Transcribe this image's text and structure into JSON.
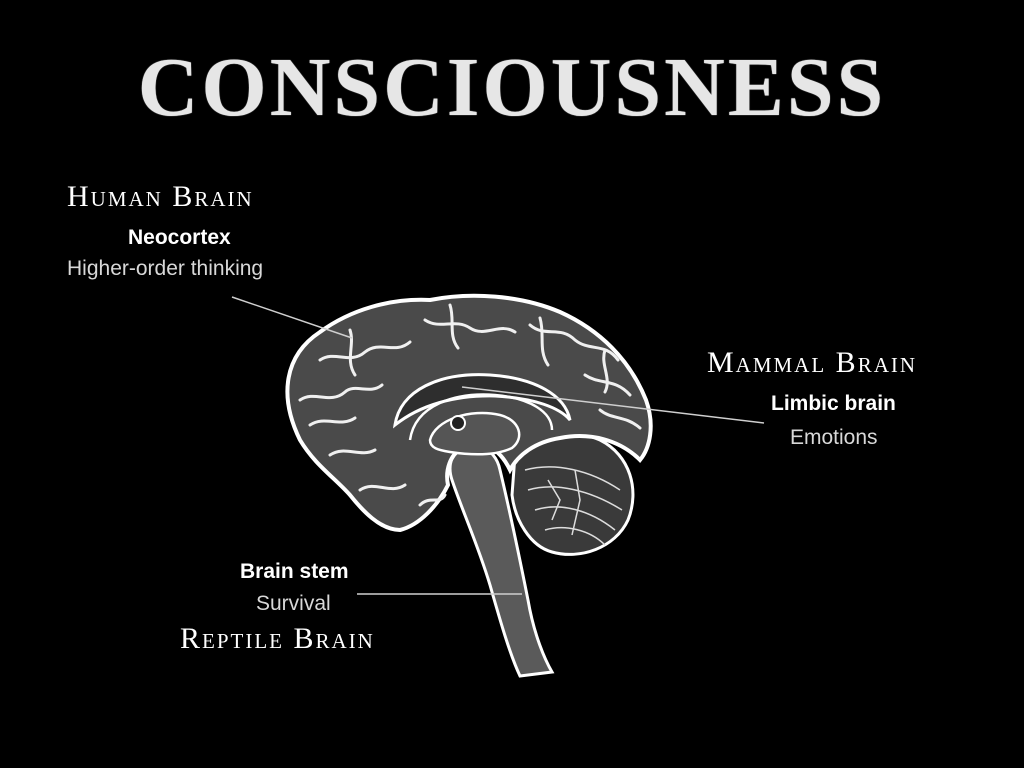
{
  "slide": {
    "title": "CONSCIOUSNESS"
  },
  "labels": {
    "human": {
      "title": "Human Brain",
      "part": "Neocortex",
      "function": "Higher-order thinking"
    },
    "mammal": {
      "title": "Mammal Brain",
      "part": "Limbic brain",
      "function": "Emotions"
    },
    "reptile": {
      "part": "Brain stem",
      "function": "Survival",
      "title": "Reptile Brain"
    }
  },
  "colors": {
    "background": "#000000",
    "brain_fill": "#4a4a4a",
    "brain_outline": "#ffffff",
    "leader_line": "#cccccc"
  },
  "icons": {
    "brain": "brain-sagittal-diagram"
  }
}
